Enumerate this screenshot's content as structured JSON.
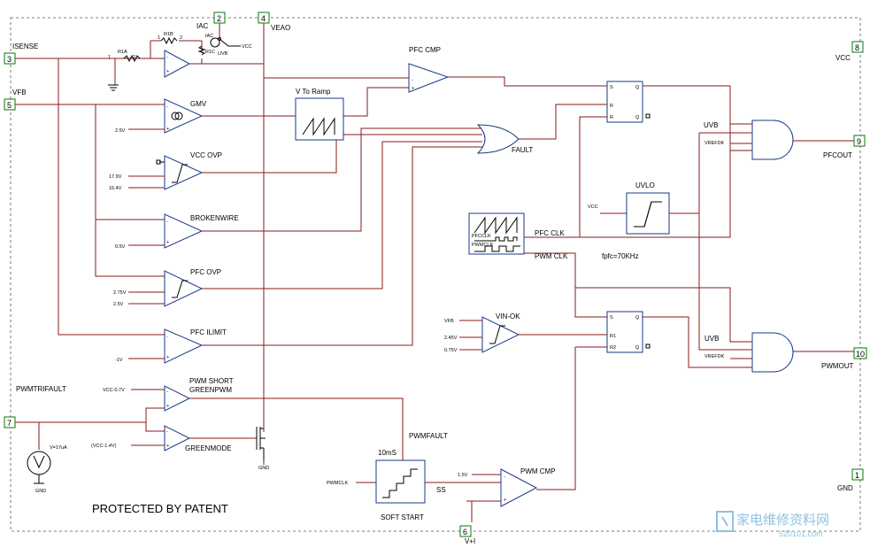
{
  "pins": [
    {
      "num": "2",
      "name": "IAC"
    },
    {
      "num": "4",
      "name": "VEAO"
    },
    {
      "num": "8",
      "name": "VCC"
    },
    {
      "num": "3",
      "name": "ISENSE"
    },
    {
      "num": "5",
      "name": "VFB"
    },
    {
      "num": "9",
      "name": "PFCOUT"
    },
    {
      "num": "10",
      "name": "PWMOUT"
    },
    {
      "num": "7",
      "name": "PWMTRIFAULT"
    },
    {
      "num": "1",
      "name": "GND"
    },
    {
      "num": "6",
      "name": "V+I"
    }
  ],
  "blocks": {
    "pfc_cmp": "PFC CMP",
    "v_to_ramp": "V To Ramp",
    "gmv": "GMV",
    "vcc_ovp": "VCC OVP",
    "brokenwire": "BROKENWIRE",
    "pfc_ovp": "PFC OVP",
    "pfc_ilimit": "PFC ILIMIT",
    "pwm_short": "PWM SHORT",
    "greenpwm": "GREENPWM",
    "greenmode": "GREENMODE",
    "fault": "FAULT",
    "uvlo": "UVLO",
    "pfc_clk": "PFC CLK",
    "pwm_clk": "PWM CLK",
    "fpfc": "fpfc=70KHz",
    "vin_ok": "VIN-OK",
    "uvb_top": "UVB",
    "uvb_bottom": "UVB",
    "vrefdk_top": "VREFDK",
    "vrefdk_bottom": "VREFDK",
    "pwmfault": "PWMFAULT",
    "ten_ms": "10mS",
    "soft_start": "SOFT START",
    "ss": "SS",
    "pwm_cmp": "PWM CMP",
    "pfcclk_inner": "PFCCLK",
    "pwmclk_inner": "PWMCLK",
    "pwmclk_in": "PWMCLK"
  },
  "values": {
    "r1a": "R1A",
    "r1b": "R1B",
    "r1c": "R1C",
    "iac_sw": "IAC",
    "uvb_sw": "UVB",
    "vcc_sw": "VCC",
    "gmv_ref": "2.5V",
    "vcc_ovp_hi": "17.9V",
    "vcc_ovp_lo": "16.4V",
    "bw_ref": "0.5V",
    "pfc_ovp_hi": "2.75V",
    "pfc_ovp_lo": "2.5V",
    "ilimit_ref": "-1V",
    "pwm_short_ref": "VCC-0.7V",
    "greenmode_ref": "(VCC-1.4V)",
    "current_src": "V=17uA",
    "src_gnd": "GND",
    "sw_gnd": "GND",
    "uvlo_vcc": "VCC",
    "vinok_vfb": "VFB",
    "vinok_hi": "2.45V",
    "vinok_lo": "0.75V",
    "pwm_cmp_ref": "1.5V",
    "r_one": "1",
    "r_two": "2",
    "r_one_b": "1",
    "r_two_b": "2"
  },
  "flipflops": {
    "s": "S",
    "r": "R",
    "rbar": "R",
    "q": "Q",
    "qbar": "Q",
    "s2": "S",
    "r1": "R1",
    "r2": "R2",
    "q2": "Q",
    "qbar2": "Q"
  },
  "footer": {
    "patent": "PROTECTED BY PATENT"
  },
  "watermark": {
    "cn": "家电维修资料网",
    "url": "520101.com"
  }
}
